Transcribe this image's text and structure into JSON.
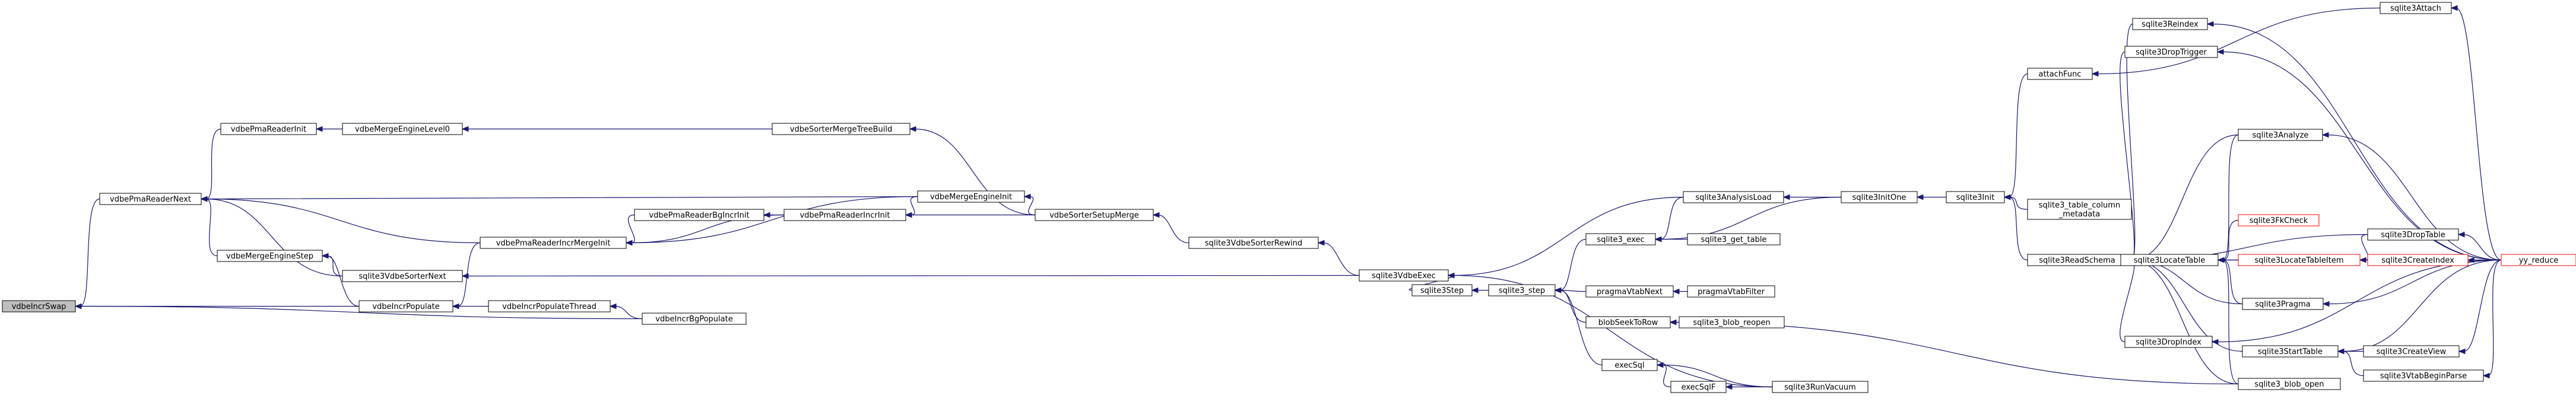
{
  "title": "vdbeIncrSwap call graph",
  "colors": {
    "edge": "#191970",
    "root_fill": "#bfbfbf",
    "red_border": "#ff0000"
  },
  "nodes": [
    {
      "id": "vdbeIncrSwap",
      "label": "vdbeIncrSwap",
      "root": true
    },
    {
      "id": "vdbePmaReaderNext",
      "label": "vdbePmaReaderNext"
    },
    {
      "id": "vdbePmaReaderInit",
      "label": "vdbePmaReaderInit"
    },
    {
      "id": "vdbeMergeEngineLevel0",
      "label": "vdbeMergeEngineLevel0"
    },
    {
      "id": "vdbeSorterMergeTreeBuild",
      "label": "vdbeSorterMergeTreeBuild"
    },
    {
      "id": "vdbeMergeEngineStep",
      "label": "vdbeMergeEngineStep"
    },
    {
      "id": "vdbeIncrPopulate",
      "label": "vdbeIncrPopulate"
    },
    {
      "id": "vdbeIncrPopulateThread",
      "label": "vdbeIncrPopulateThread"
    },
    {
      "id": "vdbeIncrBgPopulate",
      "label": "vdbeIncrBgPopulate"
    },
    {
      "id": "sqlite3VdbeSorterNext",
      "label": "sqlite3VdbeSorterNext"
    },
    {
      "id": "vdbePmaReaderIncrMergeInit",
      "label": "vdbePmaReaderIncrMergeInit"
    },
    {
      "id": "vdbePmaReaderBgIncrInit",
      "label": "vdbePmaReaderBgIncrInit"
    },
    {
      "id": "vdbePmaReaderIncrInit",
      "label": "vdbePmaReaderIncrInit"
    },
    {
      "id": "vdbeMergeEngineInit",
      "label": "vdbeMergeEngineInit"
    },
    {
      "id": "vdbeSorterSetupMerge",
      "label": "vdbeSorterSetupMerge"
    },
    {
      "id": "sqlite3VdbeSorterRewind",
      "label": "sqlite3VdbeSorterRewind"
    },
    {
      "id": "sqlite3VdbeExec",
      "label": "sqlite3VdbeExec"
    },
    {
      "id": "sqlite3Step",
      "label": "sqlite3Step"
    },
    {
      "id": "sqlite3_step",
      "label": "sqlite3_step"
    },
    {
      "id": "sqlite3_exec",
      "label": "sqlite3_exec"
    },
    {
      "id": "sqlite3AnalysisLoad",
      "label": "sqlite3AnalysisLoad"
    },
    {
      "id": "sqlite3_get_table",
      "label": "sqlite3_get_table"
    },
    {
      "id": "pragmaVtabNext",
      "label": "pragmaVtabNext"
    },
    {
      "id": "pragmaVtabFilter",
      "label": "pragmaVtabFilter"
    },
    {
      "id": "blobSeekToRow",
      "label": "blobSeekToRow"
    },
    {
      "id": "sqlite3_blob_reopen",
      "label": "sqlite3_blob_reopen"
    },
    {
      "id": "execSql",
      "label": "execSql"
    },
    {
      "id": "execSqlF",
      "label": "execSqlF"
    },
    {
      "id": "sqlite3RunVacuum",
      "label": "sqlite3RunVacuum"
    },
    {
      "id": "sqlite3InitOne",
      "label": "sqlite3InitOne"
    },
    {
      "id": "sqlite3Init",
      "label": "sqlite3Init"
    },
    {
      "id": "attachFunc",
      "label": "attachFunc"
    },
    {
      "id": "sqlite3_table_column_metadata",
      "label": "sqlite3_table_column\n_metadata"
    },
    {
      "id": "sqlite3ReadSchema",
      "label": "sqlite3ReadSchema"
    },
    {
      "id": "sqlite3Reindex",
      "label": "sqlite3Reindex"
    },
    {
      "id": "sqlite3DropTrigger",
      "label": "sqlite3DropTrigger"
    },
    {
      "id": "sqlite3Attach",
      "label": "sqlite3Attach"
    },
    {
      "id": "sqlite3Analyze",
      "label": "sqlite3Analyze"
    },
    {
      "id": "sqlite3LocateTable",
      "label": "sqlite3LocateTable"
    },
    {
      "id": "sqlite3FkCheck",
      "label": "sqlite3FkCheck",
      "red": true
    },
    {
      "id": "sqlite3LocateTableItem",
      "label": "sqlite3LocateTableItem",
      "red": true
    },
    {
      "id": "sqlite3DropTable",
      "label": "sqlite3DropTable"
    },
    {
      "id": "sqlite3CreateIndex",
      "label": "sqlite3CreateIndex",
      "red": true
    },
    {
      "id": "sqlite3Pragma",
      "label": "sqlite3Pragma"
    },
    {
      "id": "sqlite3StartTable",
      "label": "sqlite3StartTable"
    },
    {
      "id": "sqlite3CreateView",
      "label": "sqlite3CreateView"
    },
    {
      "id": "sqlite3VtabBeginParse",
      "label": "sqlite3VtabBeginParse"
    },
    {
      "id": "sqlite3_blob_open",
      "label": "sqlite3_blob_open"
    },
    {
      "id": "sqlite3DropIndex",
      "label": "sqlite3DropIndex"
    },
    {
      "id": "yy_reduce",
      "label": "yy_reduce",
      "red": true
    }
  ],
  "edges": [
    [
      "vdbePmaReaderNext",
      "vdbeIncrSwap"
    ],
    [
      "vdbeIncrPopulate",
      "vdbeIncrSwap"
    ],
    [
      "vdbeIncrBgPopulate",
      "vdbeIncrSwap"
    ],
    [
      "vdbePmaReaderInit",
      "vdbePmaReaderNext"
    ],
    [
      "vdbeMergeEngineStep",
      "vdbePmaReaderNext"
    ],
    [
      "sqlite3VdbeSorterNext",
      "vdbePmaReaderNext"
    ],
    [
      "vdbePmaReaderIncrMergeInit",
      "vdbePmaReaderNext"
    ],
    [
      "vdbeMergeEngineInit",
      "vdbePmaReaderNext"
    ],
    [
      "vdbeMergeEngineLevel0",
      "vdbePmaReaderInit"
    ],
    [
      "vdbeSorterMergeTreeBuild",
      "vdbeMergeEngineLevel0"
    ],
    [
      "vdbeSorterSetupMerge",
      "vdbeSorterMergeTreeBuild"
    ],
    [
      "vdbeIncrPopulate",
      "vdbeMergeEngineStep"
    ],
    [
      "sqlite3VdbeSorterNext",
      "vdbeMergeEngineStep"
    ],
    [
      "vdbePmaReaderIncrMergeInit",
      "vdbeIncrPopulate"
    ],
    [
      "vdbeIncrPopulateThread",
      "vdbeIncrPopulate"
    ],
    [
      "vdbeIncrBgPopulate",
      "vdbeIncrPopulateThread"
    ],
    [
      "sqlite3VdbeExec",
      "sqlite3VdbeSorterNext"
    ],
    [
      "vdbePmaReaderBgIncrInit",
      "vdbePmaReaderIncrMergeInit"
    ],
    [
      "vdbePmaReaderIncrInit",
      "vdbePmaReaderIncrMergeInit"
    ],
    [
      "vdbeMergeEngineInit",
      "vdbePmaReaderIncrMergeInit"
    ],
    [
      "vdbePmaReaderIncrInit",
      "vdbePmaReaderBgIncrInit"
    ],
    [
      "vdbeMergeEngineInit",
      "vdbePmaReaderIncrInit"
    ],
    [
      "vdbeSorterSetupMerge",
      "vdbePmaReaderIncrInit"
    ],
    [
      "vdbeSorterSetupMerge",
      "vdbeMergeEngineInit"
    ],
    [
      "sqlite3VdbeSorterRewind",
      "vdbeSorterSetupMerge"
    ],
    [
      "sqlite3VdbeExec",
      "sqlite3VdbeSorterRewind"
    ],
    [
      "sqlite3Step",
      "sqlite3VdbeExec"
    ],
    [
      "sqlite3_step",
      "sqlite3Step"
    ],
    [
      "sqlite3_exec",
      "sqlite3_step"
    ],
    [
      "pragmaVtabNext",
      "sqlite3_step"
    ],
    [
      "blobSeekToRow",
      "sqlite3_step"
    ],
    [
      "execSql",
      "sqlite3_step"
    ],
    [
      "sqlite3AnalysisLoad",
      "sqlite3_exec"
    ],
    [
      "sqlite3_get_table",
      "sqlite3_exec"
    ],
    [
      "sqlite3InitOne",
      "sqlite3_exec"
    ],
    [
      "sqlite3InitOne",
      "sqlite3AnalysisLoad"
    ],
    [
      "sqlite3AnalysisLoad",
      "sqlite3VdbeExec"
    ],
    [
      "sqlite3RunVacuum",
      "sqlite3VdbeExec"
    ],
    [
      "pragmaVtabFilter",
      "pragmaVtabNext"
    ],
    [
      "sqlite3_blob_reopen",
      "blobSeekToRow"
    ],
    [
      "sqlite3_blob_open",
      "blobSeekToRow"
    ],
    [
      "execSqlF",
      "execSql"
    ],
    [
      "sqlite3RunVacuum",
      "execSql"
    ],
    [
      "sqlite3RunVacuum",
      "execSqlF"
    ],
    [
      "sqlite3Init",
      "sqlite3InitOne"
    ],
    [
      "attachFunc",
      "sqlite3Init"
    ],
    [
      "sqlite3_table_column_metadata",
      "sqlite3Init"
    ],
    [
      "sqlite3ReadSchema",
      "sqlite3Init"
    ],
    [
      "sqlite3Attach",
      "attachFunc"
    ],
    [
      "yy_reduce",
      "sqlite3Attach"
    ],
    [
      "sqlite3Reindex",
      "sqlite3ReadSchema"
    ],
    [
      "sqlite3DropTrigger",
      "sqlite3ReadSchema"
    ],
    [
      "sqlite3Analyze",
      "sqlite3ReadSchema"
    ],
    [
      "sqlite3LocateTable",
      "sqlite3ReadSchema"
    ],
    [
      "sqlite3DropTable",
      "sqlite3ReadSchema"
    ],
    [
      "sqlite3CreateIndex",
      "sqlite3ReadSchema"
    ],
    [
      "sqlite3Pragma",
      "sqlite3ReadSchema"
    ],
    [
      "sqlite3StartTable",
      "sqlite3ReadSchema"
    ],
    [
      "sqlite3_blob_open",
      "sqlite3ReadSchema"
    ],
    [
      "sqlite3DropIndex",
      "sqlite3ReadSchema"
    ],
    [
      "yy_reduce",
      "sqlite3Reindex"
    ],
    [
      "yy_reduce",
      "sqlite3DropTrigger"
    ],
    [
      "yy_reduce",
      "sqlite3Analyze"
    ],
    [
      "sqlite3Analyze",
      "sqlite3LocateTable"
    ],
    [
      "sqlite3FkCheck",
      "sqlite3LocateTable"
    ],
    [
      "sqlite3LocateTableItem",
      "sqlite3LocateTable"
    ],
    [
      "sqlite3Pragma",
      "sqlite3LocateTable"
    ],
    [
      "sqlite3_blob_open",
      "sqlite3LocateTable"
    ],
    [
      "sqlite3DropTable",
      "sqlite3LocateTableItem"
    ],
    [
      "sqlite3CreateIndex",
      "sqlite3LocateTableItem"
    ],
    [
      "yy_reduce",
      "sqlite3DropTable"
    ],
    [
      "yy_reduce",
      "sqlite3CreateIndex"
    ],
    [
      "yy_reduce",
      "sqlite3Pragma"
    ],
    [
      "sqlite3CreateView",
      "sqlite3StartTable"
    ],
    [
      "sqlite3VtabBeginParse",
      "sqlite3StartTable"
    ],
    [
      "yy_reduce",
      "sqlite3StartTable"
    ],
    [
      "yy_reduce",
      "sqlite3CreateView"
    ],
    [
      "yy_reduce",
      "sqlite3VtabBeginParse"
    ],
    [
      "yy_reduce",
      "sqlite3DropIndex"
    ]
  ]
}
